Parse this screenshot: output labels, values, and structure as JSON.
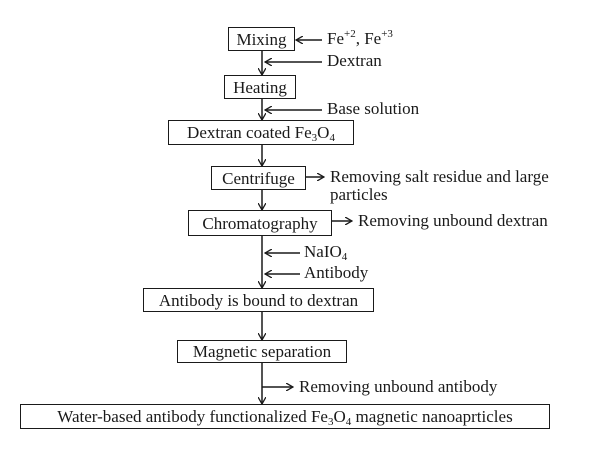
{
  "diagram": {
    "steps": {
      "mixing": "Mixing",
      "heating": "Heating",
      "dextran_coated": {
        "text": "Dextran coated Fe",
        "sub1": "3",
        "mid": "O",
        "sub2": "4"
      },
      "centrifuge": "Centrifuge",
      "chromatography": "Chromatography",
      "antibody_bound": "Antibody is bound to dextran",
      "magnetic_separation": "Magnetic separation",
      "final_product": {
        "pre": "Water-based antibody functionalized Fe",
        "sub1": "3",
        "mid": "O",
        "sub2": "4",
        "post": " magnetic nanoaprticles"
      }
    },
    "inputs": {
      "iron_ions": {
        "fe": "Fe",
        "sup1": "+2",
        "sep": ", Fe",
        "sup2": "+3"
      },
      "dextran": "Dextran",
      "base_solution": "Base solution",
      "naio4": {
        "text": "NaIO",
        "sub": "4"
      },
      "antibody": "Antibody"
    },
    "outputs": {
      "salt_residue": {
        "line1": "Removing salt residue and large",
        "line2": "particles"
      },
      "unbound_dextran": "Removing unbound dextran",
      "unbound_antibody": "Removing unbound antibody"
    },
    "colors": {
      "line": "#1a1a1a",
      "background": "#ffffff"
    }
  }
}
